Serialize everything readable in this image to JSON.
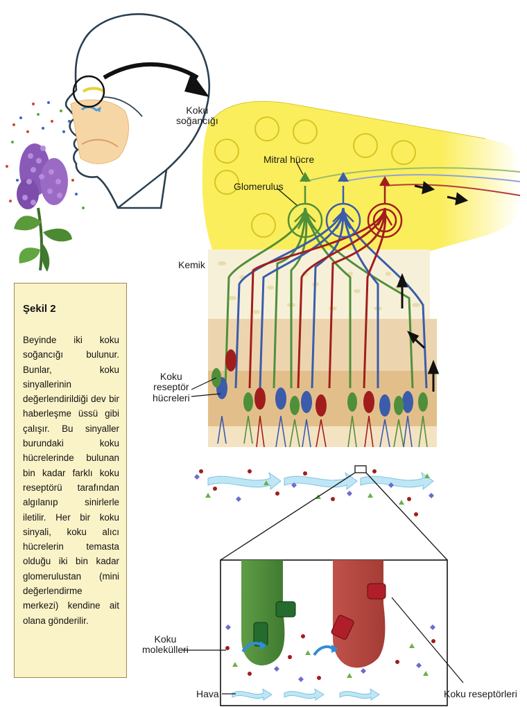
{
  "labels": {
    "koku_soganci": "Koku\nsoğancığı",
    "mitral_hucre": "Mitral hücre",
    "glomerulus": "Glomerulus",
    "kemik": "Kemik",
    "koku_reseptor_hucreleri": "Koku\nreseptör\nhücreleri",
    "koku_molekulleri": "Koku\nmolekülleri",
    "hava": "Hava",
    "koku_reseptorleri": "Koku reseptörleri"
  },
  "caption": {
    "title": "Şekil 2",
    "text": "Beyinde iki koku soğancığı bulunur. Bunlar, koku sinyallerinin değerlendirildiği dev bir haberleşme üssü gibi çalışır. Bu sinyaller burundaki koku hücrelerinde bulunan bin kadar farklı koku reseptörü tarafından algılanıp sinirlerle iletilir. Her bir koku sinyali, koku alıcı hücrelerin temasta olduğu iki bin kadar glomerulustan (mini değerlendirme merkezi) kendine ait olana gönderilir."
  },
  "colors": {
    "bulb_yellow": "#fbee5c",
    "green_neuron": "#4f8f3a",
    "blue_neuron": "#3a5cab",
    "red_neuron": "#a11d1d",
    "bone": "#f6efd6",
    "tissue": "#e6c596",
    "air_arrow": "#9fd9ef",
    "caption_bg": "#fbf3c8"
  }
}
